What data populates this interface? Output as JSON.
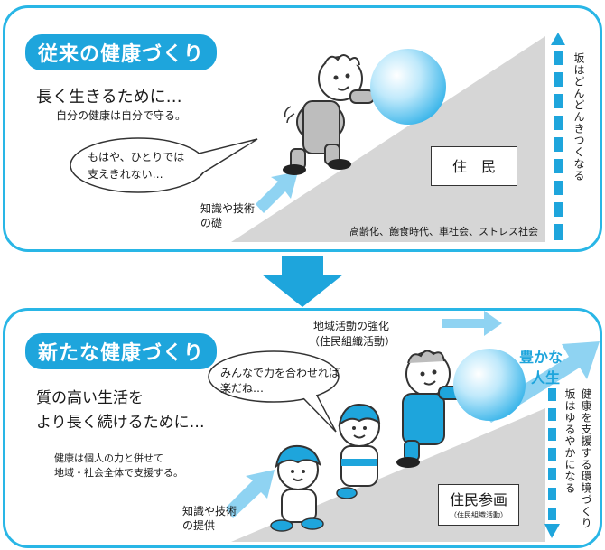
{
  "top": {
    "title": "従来の健康づくり",
    "heading": "長く生きるために…",
    "subtext": "自分の健康は自分で守る。",
    "bubble_line1": "もはや、ひとりでは",
    "bubble_line2": "支えきれない…",
    "knowledge_line1": "知識や技術",
    "knowledge_line2": "の礎",
    "box_label": "住　民",
    "slope_caption": "高齢化、飽食時代、車社会、ストレス社会",
    "side_text": "坂はどんどんきつくなる"
  },
  "bottom": {
    "title": "新たな健康づくり",
    "heading_line1": "質の高い生活を",
    "heading_line2": "より長く続けるために…",
    "sub_line1": "健康は個人の力と併せて",
    "sub_line2": "地域・社会全体で支援する。",
    "bubble_line1": "みんなで力を合わせれば",
    "bubble_line2": "楽だね…",
    "community_line1": "地域活動の強化",
    "community_line2": "（住民組織活動）",
    "goal_line1": "豊かな",
    "goal_line2": "人生",
    "knowledge_line1": "知識や技術",
    "knowledge_line2": "の提供",
    "box_label": "住民参画",
    "box_sublabel": "（住民組織活動）",
    "side_text_1": "坂はゆるやかになる",
    "side_text_2": "健康を支援する環境づくり"
  },
  "colors": {
    "accent": "#1ea5dc",
    "arrow_light": "#8fd3f2",
    "slope": "#d6d6d6"
  }
}
